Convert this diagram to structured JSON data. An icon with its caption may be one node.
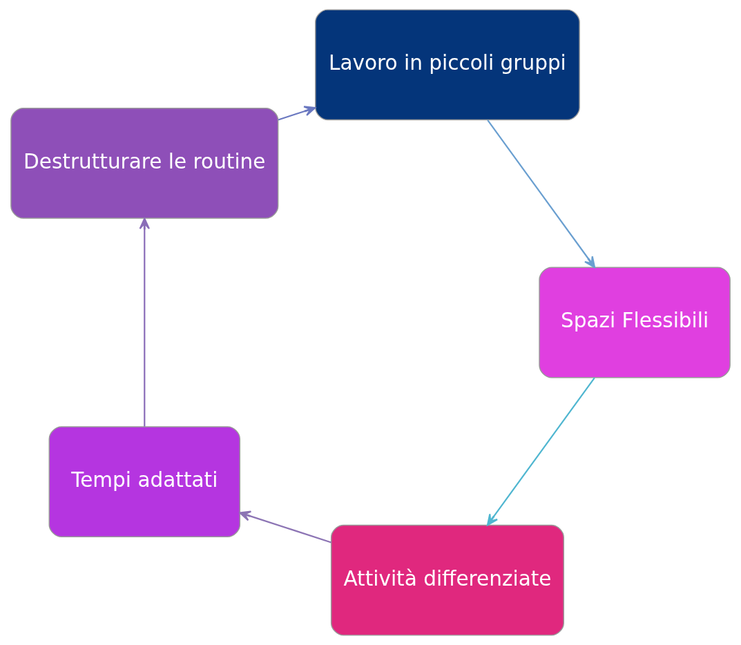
{
  "diagram": {
    "nodes": [
      {
        "text": [
          "Attività differenziate"
        ]
      },
      {
        "text": [
          "Tempi adattati"
        ]
      },
      {
        "text": [
          "Destrutturare le routine"
        ]
      },
      {
        "text": [
          "Lavoro in piccoli gruppi"
        ]
      },
      {
        "text": [
          "Spazi Flessibili"
        ]
      }
    ],
    "edges": [
      {
        "from": 0,
        "to": 1,
        "arrow": "to",
        "color": "#8c74b4"
      },
      {
        "from": 1,
        "to": 2,
        "arrow": "to",
        "color": "#8a6db8"
      },
      {
        "from": 2,
        "to": 3,
        "arrow": "to",
        "color": "#6a78c0"
      },
      {
        "from": 3,
        "to": 4,
        "arrow": "to",
        "color": "#6a9fd0"
      },
      {
        "from": 4,
        "to": 0,
        "arrow": "to",
        "color": "#4fb6d0"
      }
    ]
  }
}
